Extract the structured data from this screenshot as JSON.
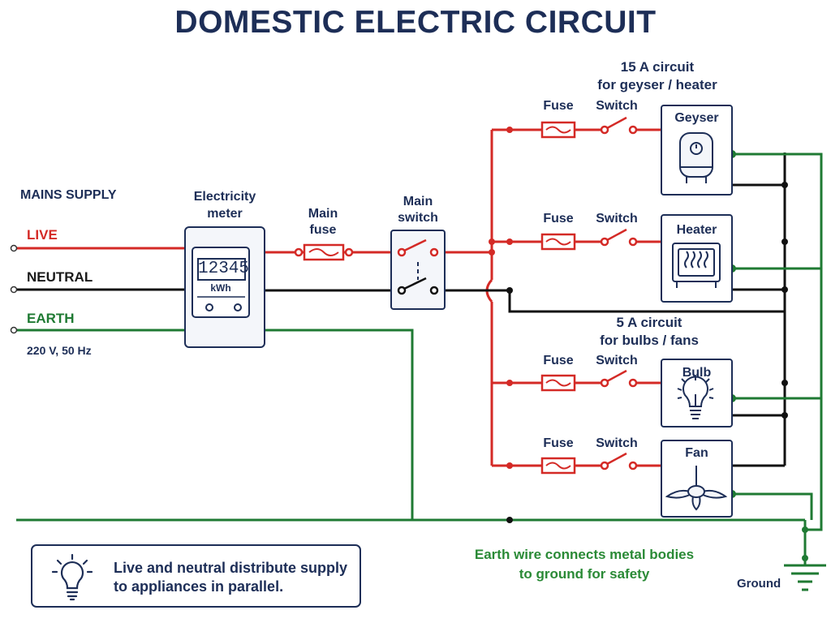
{
  "title": "DOMESTIC ELECTRIC CIRCUIT",
  "mains": {
    "heading": "MAINS SUPPLY",
    "live": "LIVE",
    "neutral": "NEUTRAL",
    "earth": "EARTH",
    "rating": "220 V, 50 Hz"
  },
  "meter": {
    "label_line1": "Electricity",
    "label_line2": "meter",
    "reading": "12345",
    "unit": "kWh"
  },
  "main_fuse": {
    "line1": "Main",
    "line2": "fuse"
  },
  "main_switch": {
    "line1": "Main",
    "line2": "switch"
  },
  "circuits": {
    "high": {
      "line1": "15 A circuit",
      "line2": "for geyser / heater"
    },
    "low": {
      "line1": "5 A circuit",
      "line2": "for bulbs / fans"
    }
  },
  "branch_labels": {
    "fuse": "Fuse",
    "switch": "Switch"
  },
  "appliances": [
    "Geyser",
    "Heater",
    "Bulb",
    "Fan"
  ],
  "earth_note": {
    "line1": "Earth wire connects metal bodies",
    "line2": "to ground for safety"
  },
  "ground_label": "Ground",
  "info_note": "Live and neutral distribute supply to appliances in parallel.",
  "colors": {
    "live": "#d42a26",
    "neutral": "#111111",
    "earth": "#1f7a33",
    "navy": "#1d2e57"
  },
  "icons": [
    "lightbulb-icon",
    "ground-symbol-icon",
    "geyser-icon",
    "heater-icon",
    "bulb-icon",
    "fan-icon"
  ]
}
